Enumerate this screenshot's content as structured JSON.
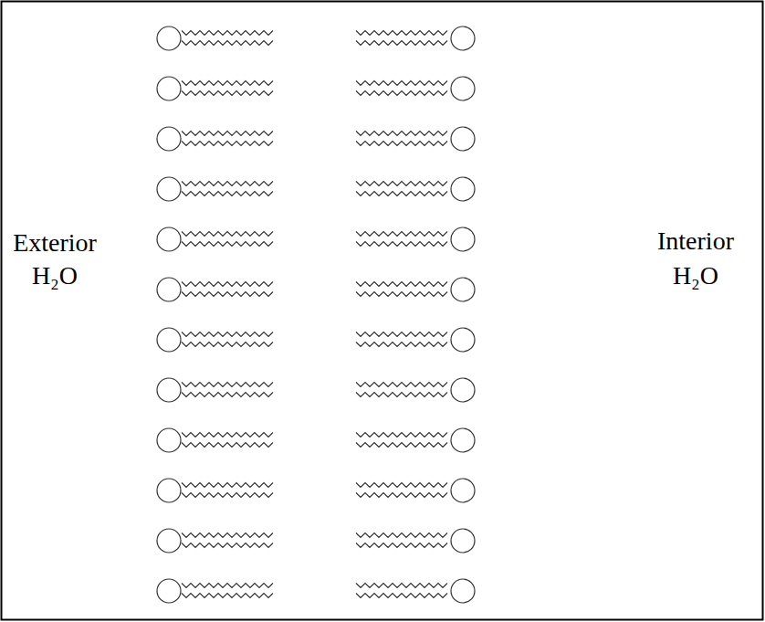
{
  "diagram": {
    "labels": [
      "Exterior",
      "H₂O",
      "Interior",
      "H₂O"
    ]
  }
}
